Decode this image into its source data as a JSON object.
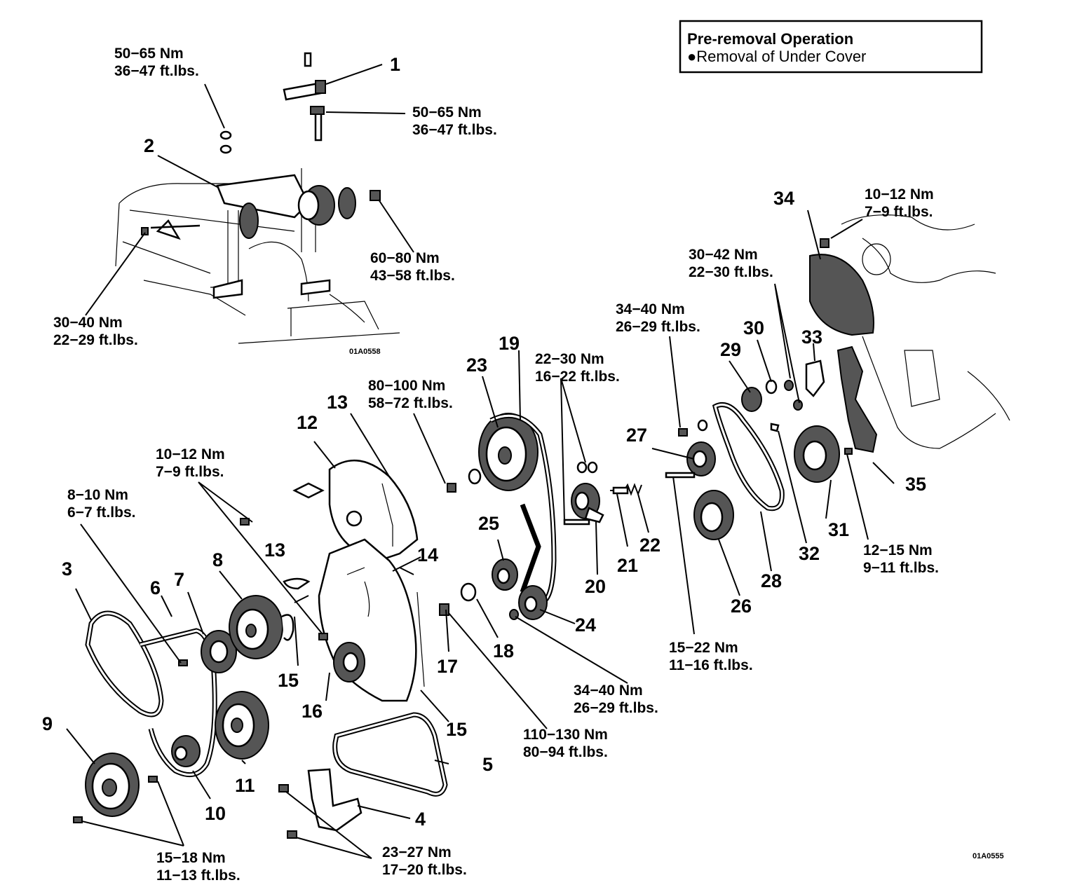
{
  "pre_removal": {
    "title": "Pre-removal Operation",
    "item": "●Removal of Under Cover"
  },
  "image_codes": {
    "inset": "01A0558",
    "main": "01A0555"
  },
  "callouts": [
    {
      "id": "c1",
      "text": "1"
    },
    {
      "id": "c2",
      "text": "2"
    },
    {
      "id": "c3",
      "text": "3"
    },
    {
      "id": "c4",
      "text": "4"
    },
    {
      "id": "c5",
      "text": "5"
    },
    {
      "id": "c6",
      "text": "6"
    },
    {
      "id": "c7",
      "text": "7"
    },
    {
      "id": "c8",
      "text": "8"
    },
    {
      "id": "c9",
      "text": "9"
    },
    {
      "id": "c10",
      "text": "10"
    },
    {
      "id": "c11",
      "text": "11"
    },
    {
      "id": "c12",
      "text": "12"
    },
    {
      "id": "c13a",
      "text": "13"
    },
    {
      "id": "c13b",
      "text": "13"
    },
    {
      "id": "c14",
      "text": "14"
    },
    {
      "id": "c15a",
      "text": "15"
    },
    {
      "id": "c15b",
      "text": "15"
    },
    {
      "id": "c16",
      "text": "16"
    },
    {
      "id": "c17",
      "text": "17"
    },
    {
      "id": "c18",
      "text": "18"
    },
    {
      "id": "c19",
      "text": "19"
    },
    {
      "id": "c20",
      "text": "20"
    },
    {
      "id": "c21",
      "text": "21"
    },
    {
      "id": "c22",
      "text": "22"
    },
    {
      "id": "c23",
      "text": "23"
    },
    {
      "id": "c24",
      "text": "24"
    },
    {
      "id": "c25",
      "text": "25"
    },
    {
      "id": "c26",
      "text": "26"
    },
    {
      "id": "c27",
      "text": "27"
    },
    {
      "id": "c28",
      "text": "28"
    },
    {
      "id": "c29",
      "text": "29"
    },
    {
      "id": "c30",
      "text": "30"
    },
    {
      "id": "c31",
      "text": "31"
    },
    {
      "id": "c32",
      "text": "32"
    },
    {
      "id": "c33",
      "text": "33"
    },
    {
      "id": "c34",
      "text": "34"
    },
    {
      "id": "c35",
      "text": "35"
    }
  ],
  "torques": [
    {
      "id": "t1",
      "nm": "50−65 Nm",
      "ft": "36−47 ft.lbs."
    },
    {
      "id": "t2",
      "nm": "50−65 Nm",
      "ft": "36−47 ft.lbs."
    },
    {
      "id": "t3",
      "nm": "60−80 Nm",
      "ft": "43−58 ft.lbs."
    },
    {
      "id": "t4",
      "nm": "30−40 Nm",
      "ft": "22−29 ft.lbs."
    },
    {
      "id": "t5",
      "nm": "10−12 Nm",
      "ft": "7−9 ft.lbs."
    },
    {
      "id": "t6",
      "nm": "30−42 Nm",
      "ft": "22−30 ft.lbs."
    },
    {
      "id": "t7",
      "nm": "34−40 Nm",
      "ft": "26−29 ft.lbs."
    },
    {
      "id": "t8",
      "nm": "22−30 Nm",
      "ft": "16−22 ft.lbs."
    },
    {
      "id": "t9",
      "nm": "80−100 Nm",
      "ft": "58−72 ft.lbs."
    },
    {
      "id": "t10",
      "nm": "10−12 Nm",
      "ft": "7−9 ft.lbs."
    },
    {
      "id": "t11",
      "nm": "8−10 Nm",
      "ft": "6−7 ft.lbs."
    },
    {
      "id": "t12",
      "nm": "12−15 Nm",
      "ft": "9−11 ft.lbs."
    },
    {
      "id": "t13",
      "nm": "15−22 Nm",
      "ft": "11−16 ft.lbs."
    },
    {
      "id": "t14",
      "nm": "34−40 Nm",
      "ft": "26−29 ft.lbs."
    },
    {
      "id": "t15",
      "nm": "110−130 Nm",
      "ft": "80−94 ft.lbs."
    },
    {
      "id": "t16",
      "nm": "23−27 Nm",
      "ft": "17−20 ft.lbs."
    },
    {
      "id": "t17",
      "nm": "15−18 Nm",
      "ft": "11−13 ft.lbs."
    }
  ]
}
